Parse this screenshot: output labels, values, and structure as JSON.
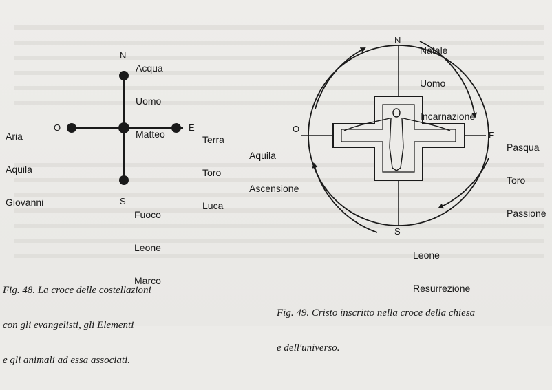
{
  "fig48": {
    "north_dir": "N",
    "south_dir": "S",
    "east_dir": "E",
    "west_dir": "O",
    "north": {
      "l1": "Acqua",
      "l2": "Uomo",
      "l3": "Matteo"
    },
    "west": {
      "l1": "Aria",
      "l2": "Aquila",
      "l3": "Giovanni"
    },
    "east": {
      "l1": "Terra",
      "l2": "Toro",
      "l3": "Luca"
    },
    "south": {
      "l1": "Fuoco",
      "l2": "Leone",
      "l3": "Marco"
    },
    "caption": {
      "l1": "Fig. 48. La croce delle costellazioni",
      "l2": "con gli evangelisti, gli Elementi",
      "l3": "e gli animali ad essa associati."
    }
  },
  "fig49": {
    "north_dir": "N",
    "south_dir": "S",
    "east_dir": "E",
    "west_dir": "O",
    "north": {
      "l1": "Natale",
      "l2": "Uomo",
      "l3": "Incarnazione"
    },
    "west": {
      "l1": "Aquila",
      "l2": "Ascensione"
    },
    "east": {
      "l1": "Pasqua",
      "l2": "Toro",
      "l3": "Passione"
    },
    "south": {
      "l1": "Leone",
      "l2": "Resurrezione"
    },
    "caption": {
      "l1": "Fig. 49. Cristo inscritto nella croce della chiesa",
      "l2": "e dell'universo."
    }
  },
  "colors": {
    "ink": "#1a1a1a",
    "paper": "#ecebe8"
  }
}
